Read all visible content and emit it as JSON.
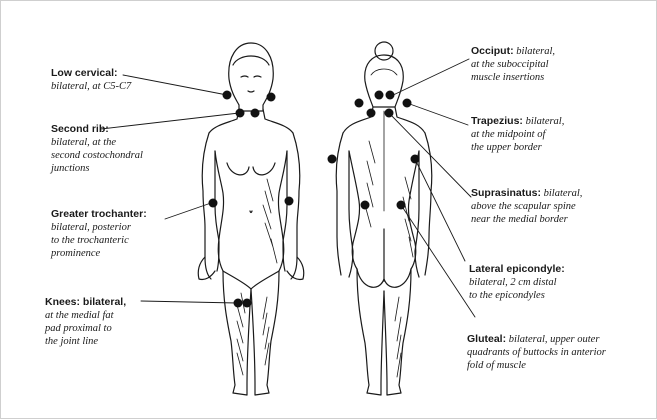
{
  "labels": {
    "low_cervical": {
      "title": "Low cervical:",
      "desc": "bilateral, at C5-C7"
    },
    "second_rib": {
      "title": "Second rib:",
      "desc": "bilateral, at the\nsecond costochondral\njunctions"
    },
    "greater_trochanter": {
      "title": "Greater trochanter:",
      "desc": "bilateral, posterior\nto the trochanteric\nprominence"
    },
    "knees": {
      "title": "Knees: bilateral,",
      "desc": "at the medial fat\npad proximal to\nthe joint line"
    },
    "occiput": {
      "title": "Occiput:",
      "desc": "bilateral,\nat the suboccipital\nmuscle insertions"
    },
    "trapezius": {
      "title": "Trapezius:",
      "desc": "bilateral,\nat the midpoint of\nthe upper border"
    },
    "supraspinatus": {
      "title": "Suprasinatus:",
      "desc": "bilateral,\nabove the scapular spine\nnear the medial border"
    },
    "lateral_epicondyle": {
      "title": "Lateral epicondyle:",
      "desc": "bilateral, 2 cm distal\nto the epicondyles"
    },
    "gluteal": {
      "title": "Gluteal:",
      "desc": "bilateral, upper outer\nquadrants of buttocks in anterior\nfold of muscle"
    }
  },
  "colors": {
    "ink": "#1a1a1a",
    "marker": "#111111",
    "border": "#cfcfcf"
  }
}
